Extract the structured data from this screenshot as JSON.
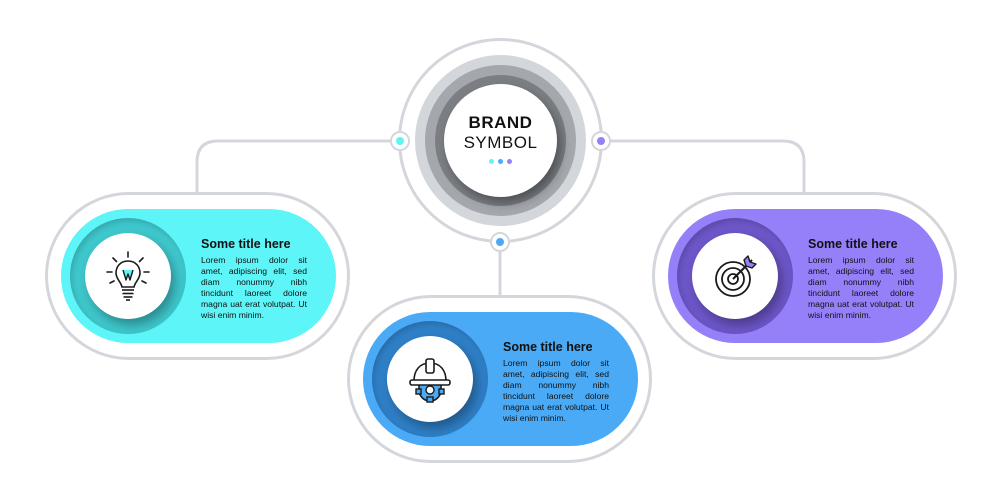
{
  "brand": {
    "line1": "BRAND",
    "line2": "SYMBOL",
    "dot_colors": [
      "#5df5f7",
      "#4aaaf6",
      "#9580fa"
    ]
  },
  "colors": {
    "connector": "#d3d7dc",
    "cyan": "#5df5f7",
    "blue": "#4aaaf6",
    "purple": "#9580fa"
  },
  "cards": [
    {
      "title": "Some title here",
      "body": "Lorem ipsum dolor sit amet, adipiscing elit, sed diam nonummy nibh tincidunt laoreet dolore magna uat erat volutpat. Ut wisi enim minim.",
      "icon": "lightbulb-icon",
      "color": "#5df5f7"
    },
    {
      "title": "Some title here",
      "body": "Lorem ipsum dolor sit amet, adipiscing elit, sed diam nonummy nibh tincidunt laoreet dolore magna uat erat volutpat. Ut wisi enim minim.",
      "icon": "hard-hat-gear-icon",
      "color": "#4aaaf6"
    },
    {
      "title": "Some title here",
      "body": "Lorem ipsum dolor sit amet, adipiscing elit, sed diam nonummy nibh tincidunt laoreet dolore magna uat erat volutpat. Ut wisi enim minim.",
      "icon": "target-arrow-icon",
      "color": "#9580fa"
    }
  ]
}
